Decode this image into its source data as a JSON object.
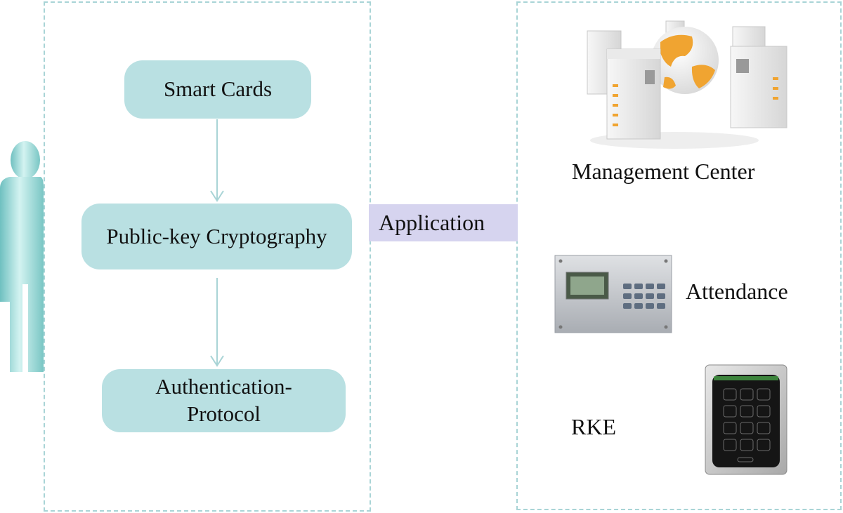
{
  "flow": {
    "nodes": {
      "smart_cards": "Smart Cards",
      "public_key": "Public-key Cryptography",
      "auth_line1": "Authentication-",
      "auth_line2": "Protocol"
    },
    "edges": [
      {
        "from": "smart_cards",
        "to": "public_key"
      },
      {
        "from": "public_key",
        "to": "authentication_protocol"
      }
    ]
  },
  "application_label": "Application",
  "applications": {
    "management_center": "Management Center",
    "attendance": "Attendance",
    "rke": "RKE"
  },
  "colors": {
    "node_fill": "#b9e0e2",
    "application_fill": "#d6d4ef",
    "panel_border": "#a9d4d6",
    "arrow": "#a9d4d6",
    "person": "#a6dcd9",
    "globe": "#f0a431"
  },
  "icons": {
    "person": "person-icon",
    "management_center": "server-globe-icon",
    "attendance": "attendance-terminal-icon",
    "rke": "keypad-access-icon"
  }
}
